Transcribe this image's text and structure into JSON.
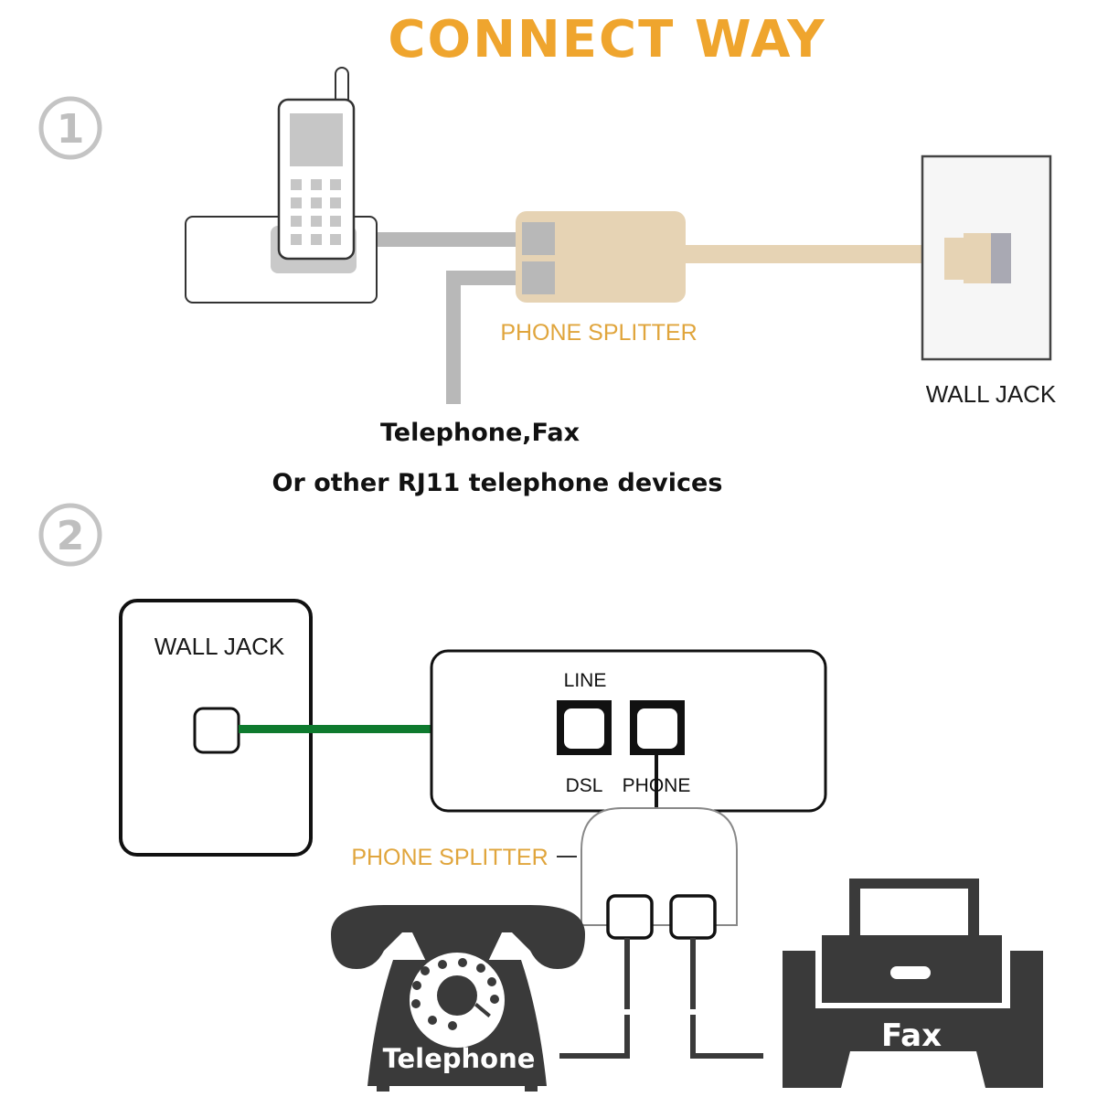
{
  "title": "CONNECT WAY",
  "colors": {
    "title": "#efa52e",
    "splitter_label": "#e0a53c",
    "beige_splitter": "#e6d3b4",
    "gray_cable": "#b8b8b8",
    "green_cable": "#0e7a2e",
    "dark_device": "#3a3a3a"
  },
  "step1": {
    "number": "1",
    "icons": [
      "cordless-phone-icon",
      "phone-base-icon",
      "splitter-icon",
      "wall-jack-icon"
    ],
    "splitter_label": "PHONE SPLITTER",
    "wall_jack_label": "WALL JACK",
    "devices_line1": "Telephone,Fax",
    "devices_line2": "Or other RJ11 telephone devices"
  },
  "step2": {
    "number": "2",
    "wall_jack_label": "WALL JACK",
    "modem": {
      "port_top_label": "LINE",
      "port_dsl_label": "DSL",
      "port_phone_label": "PHONE"
    },
    "splitter_label": "PHONE SPLITTER",
    "telephone_label": "Telephone",
    "fax_label": "Fax",
    "icons": [
      "wall-jack-icon",
      "modem-icon",
      "splitter-icon",
      "rotary-telephone-icon",
      "fax-machine-icon"
    ]
  }
}
